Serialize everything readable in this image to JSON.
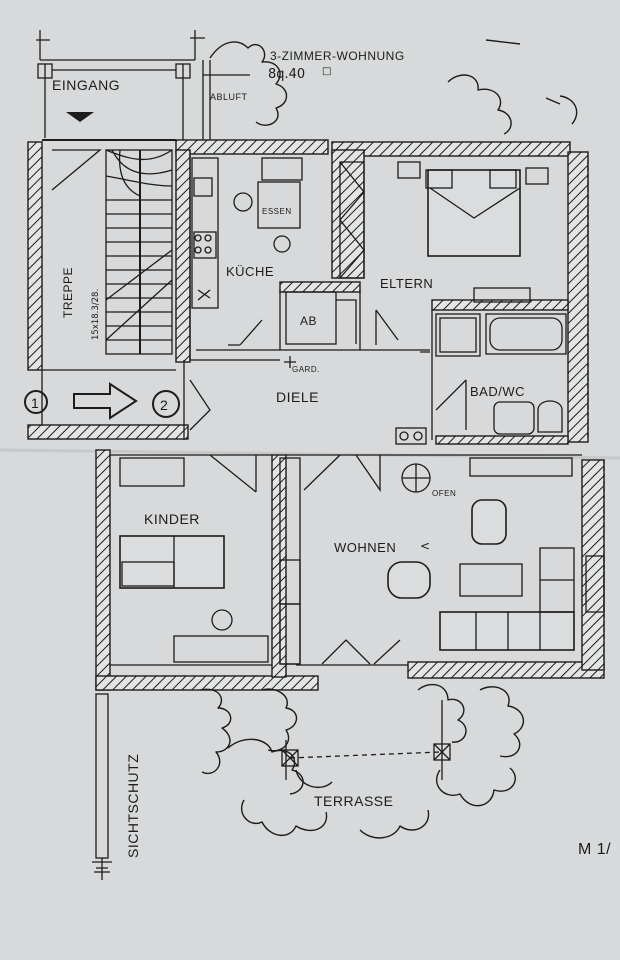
{
  "header": {
    "title": "3-ZIMMER-WOHNUNG",
    "area": "8q.40",
    "square_symbol": "□"
  },
  "labels": {
    "eingang": "EINGANG",
    "abluft": "ABLUFT",
    "treppe": "TREPPE",
    "stair_dims": "15x18.3/28.",
    "essen": "ESSEN",
    "kueche": "KÜCHE",
    "ab": "AB",
    "eltern": "ELTERN",
    "gard": "GARD.",
    "diele": "DIELE",
    "bad_wc": "BAD/WC",
    "ofen": "OFEN",
    "kinder": "KINDER",
    "wohnen": "WOHNEN",
    "wohnen_mark": "<",
    "terrasse": "TERRASSE",
    "sichtschutz": "SICHTSCHUTZ",
    "scale": "M 1/"
  },
  "markers": {
    "marker_1": "1",
    "marker_2": "2"
  },
  "colors": {
    "paper": "#d7d9da",
    "ink": "#1c1c1c"
  }
}
